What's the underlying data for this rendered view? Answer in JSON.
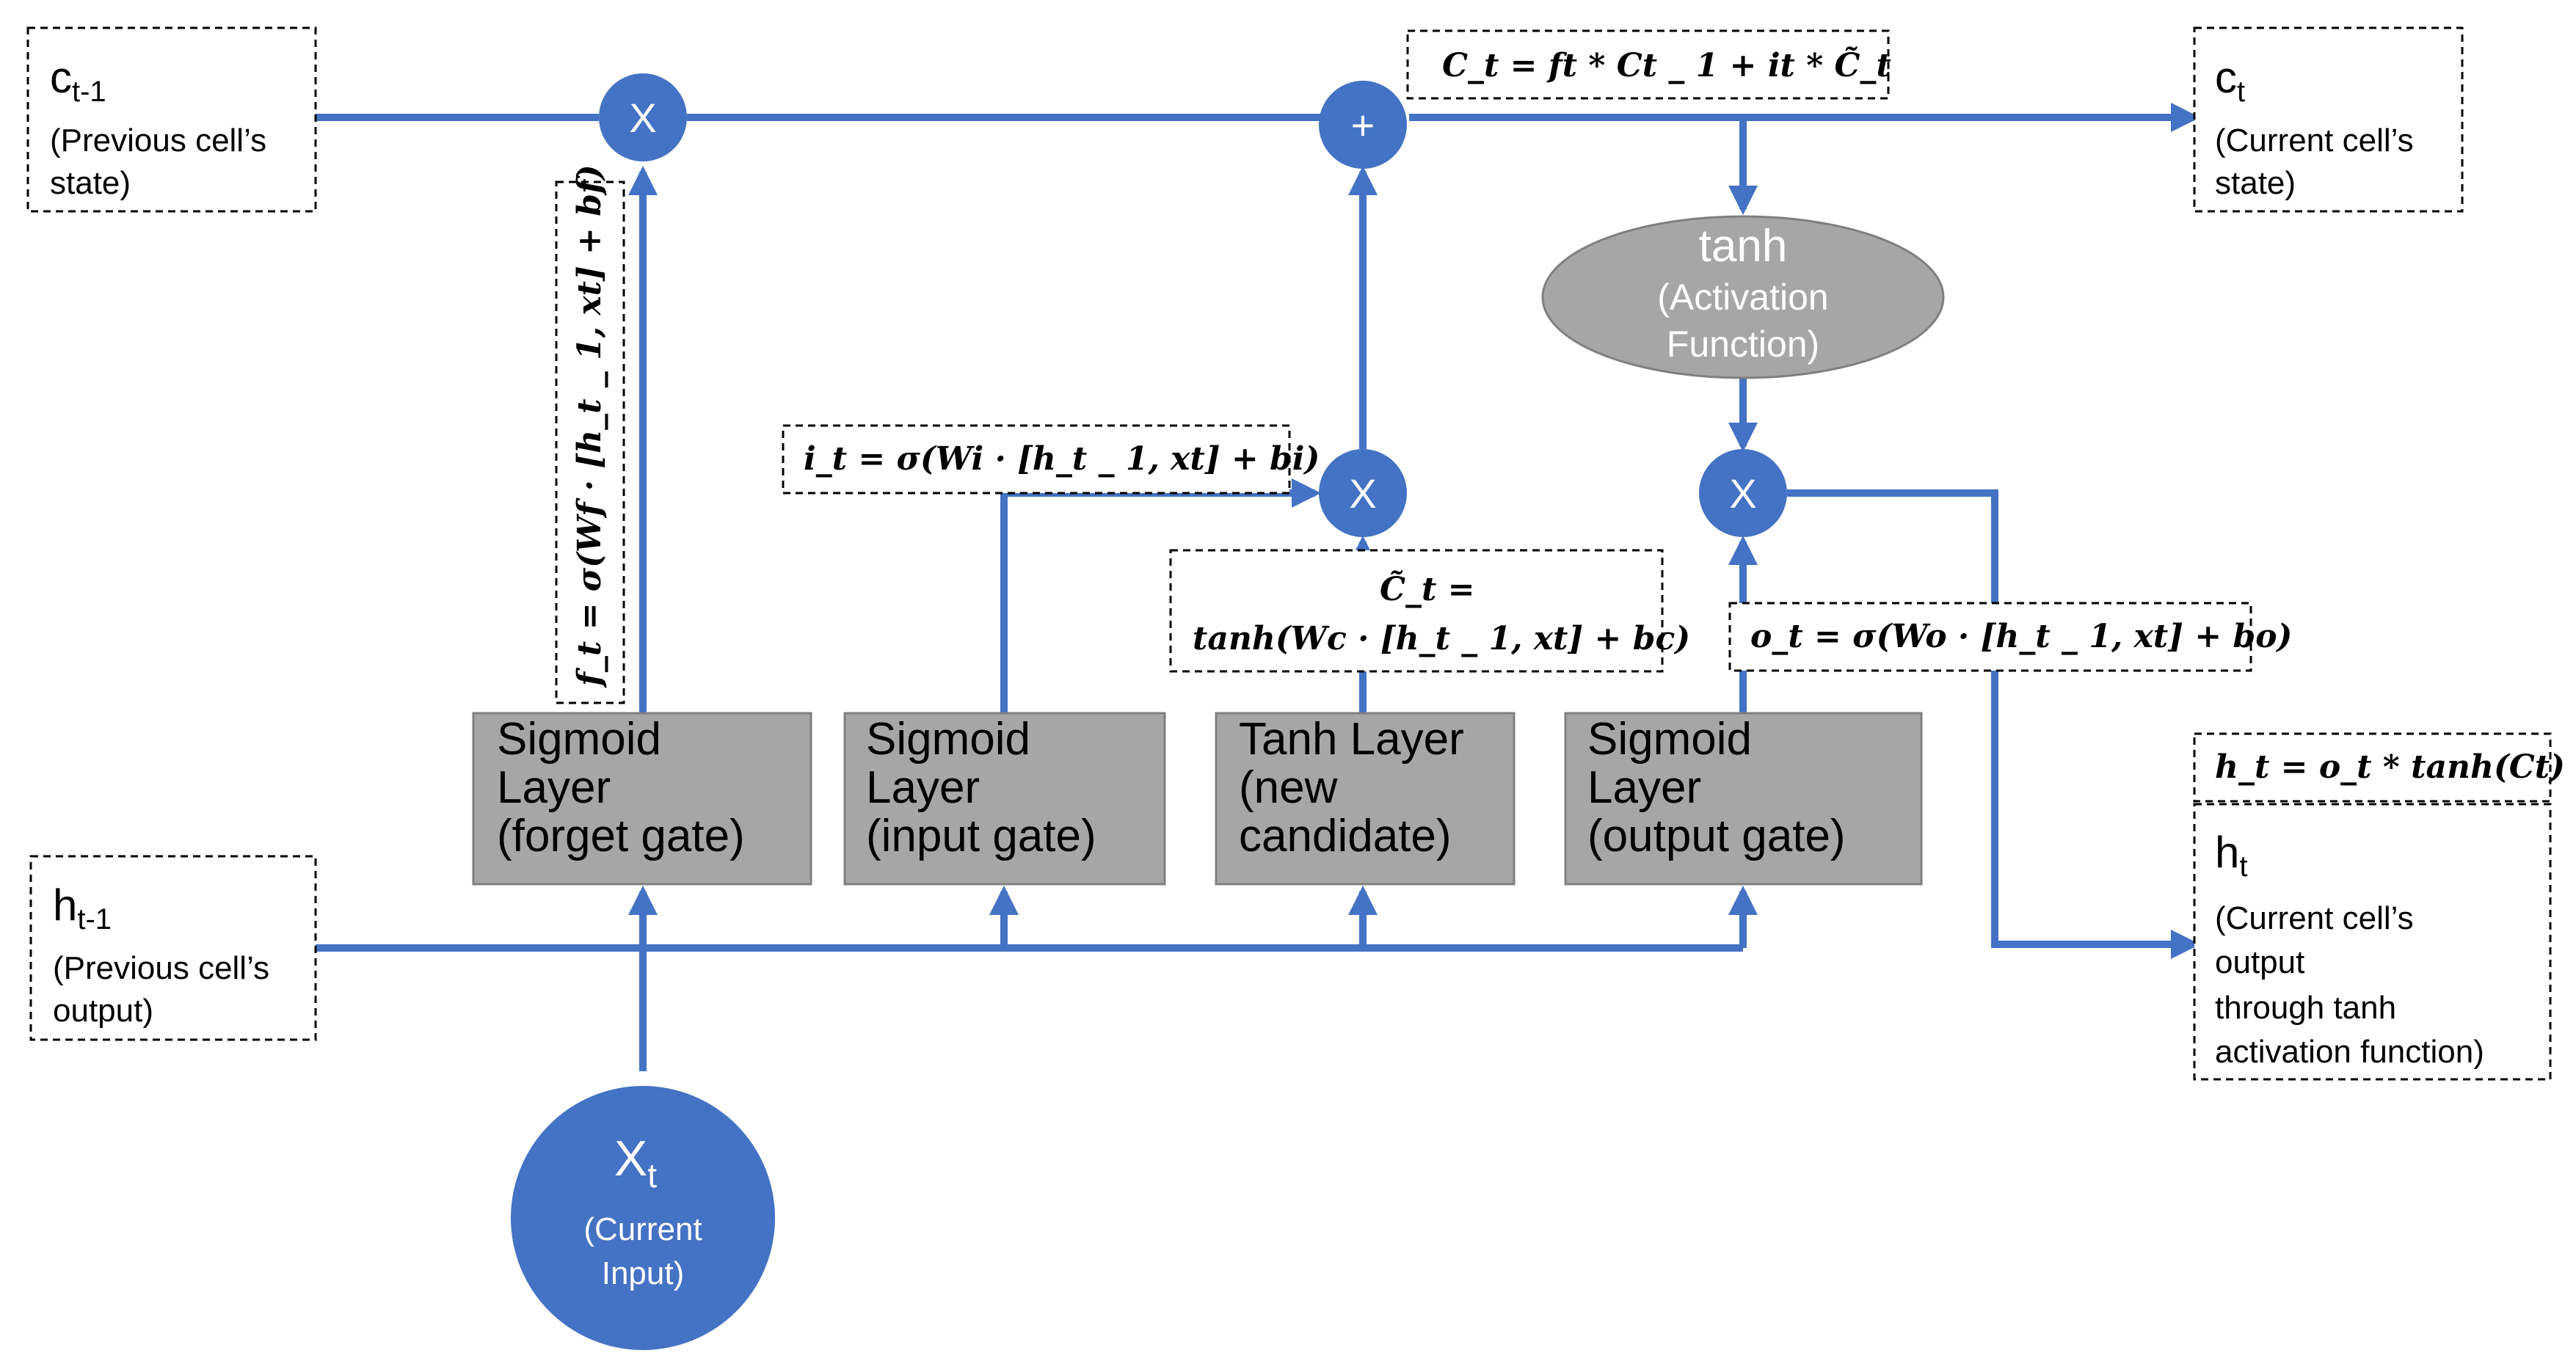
{
  "colors": {
    "flow": "#4472C4",
    "gate_box": "#A6A6A6",
    "gate_border": "#7F7F7F",
    "ellipse": "#A6A6A6",
    "text_dark": "#000000",
    "text_light": "#FFFFFF"
  },
  "states": {
    "c_prev": {
      "sym": "c",
      "sub": "t-1",
      "line1": "(Previous cell’s",
      "line2": "state)"
    },
    "h_prev": {
      "sym": "h",
      "sub": "t-1",
      "line1": "(Previous cell’s",
      "line2": "output)"
    },
    "c_curr": {
      "sym": "c",
      "sub": "t",
      "line1": "(Current cell’s",
      "line2": "state)"
    },
    "h_curr": {
      "sym": "h",
      "sub": "t",
      "line1": "(Current cell’s",
      "line2": "output",
      "line3": "through tanh",
      "line4": "activation function)"
    }
  },
  "input": {
    "sym": "X",
    "sub": "t",
    "line1": "(Current",
    "line2": "Input)"
  },
  "ops": {
    "mul": "X",
    "add": "+"
  },
  "tanh_node": {
    "title": "tanh",
    "line1": "(Activation",
    "line2": "Function)"
  },
  "gates": [
    {
      "line1": "Sigmoid",
      "line2": "Layer",
      "line3": "(forget gate)"
    },
    {
      "line1": "Sigmoid",
      "line2": "Layer",
      "line3": "(input gate)"
    },
    {
      "line1": "Tanh Layer",
      "line2": "(new",
      "line3": "candidate)"
    },
    {
      "line1": "Sigmoid",
      "line2": "Layer",
      "line3": "(output gate)"
    }
  ],
  "equations": {
    "forget": "f_t = σ(Wf · [h_t _ 1, xt] + bf)",
    "input": "i_t = σ(Wi · [h_t _ 1, xt] + bi)",
    "candidate_line1": "C̃_t =",
    "candidate_line2": "tanh(Wc · [h_t _ 1, xt] + bc)",
    "output": "o_t = σ(Wo · [h_t _ 1, xt] + bo)",
    "cell": "C_t = ft * Ct _ 1 + it * C̃_t",
    "hidden": "h_t = o_t * tanh(Ct)"
  }
}
